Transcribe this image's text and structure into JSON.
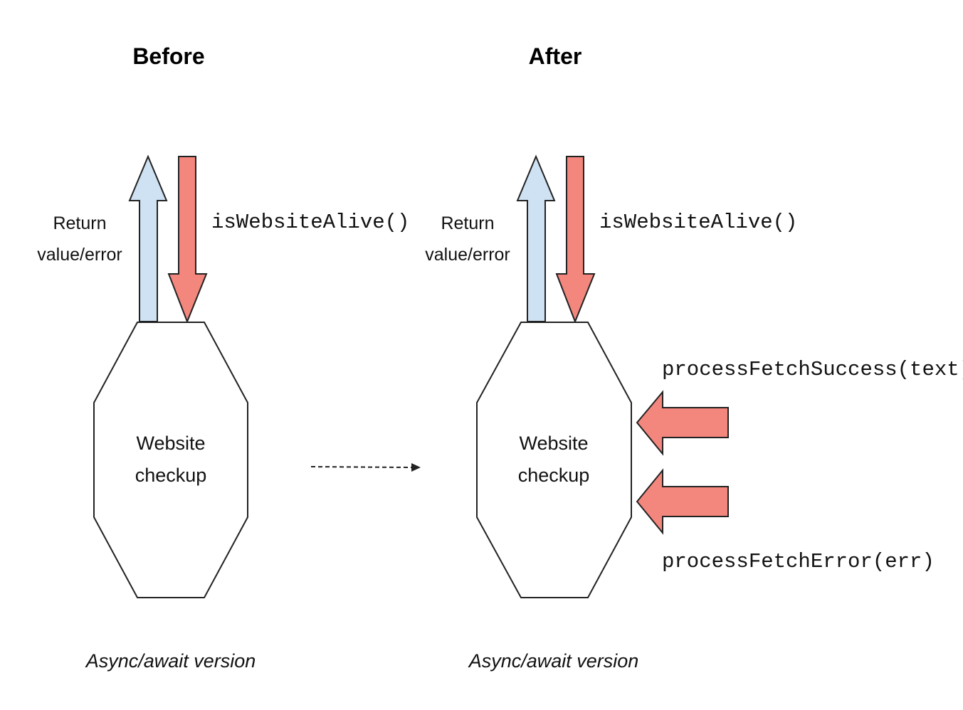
{
  "before": {
    "heading": "Before",
    "return_label_line1": "Return",
    "return_label_line2": "value/error",
    "call_label": "isWebsiteAlive()",
    "node_label_line1": "Website",
    "node_label_line2": "checkup",
    "caption": "Async/await version"
  },
  "after": {
    "heading": "After",
    "return_label_line1": "Return",
    "return_label_line2": "value/error",
    "call_label": "isWebsiteAlive()",
    "node_label_line1": "Website",
    "node_label_line2": "checkup",
    "success_callback": "processFetchSuccess(text)",
    "error_callback": "processFetchError(err)",
    "caption": "Async/await version"
  },
  "colors": {
    "return_arrow_fill": "#cfe2f3",
    "call_arrow_fill": "#f4877d",
    "outline": "#222222",
    "background": "#ffffff"
  }
}
